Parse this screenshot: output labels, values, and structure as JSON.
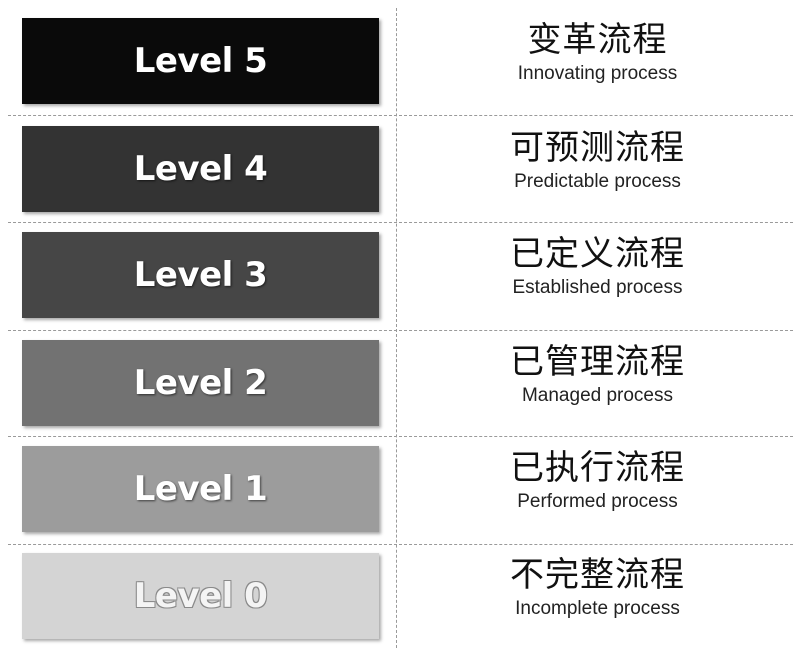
{
  "levels": [
    {
      "label": "Level 5",
      "zh": "变革流程",
      "en": "Innovating process",
      "bg": "#0a0a0a",
      "fg": "#ffffff"
    },
    {
      "label": "Level 4",
      "zh": "可预测流程",
      "en": "Predictable process",
      "bg": "#333333",
      "fg": "#ffffff"
    },
    {
      "label": "Level 3",
      "zh": "已定义流程",
      "en": "Established process",
      "bg": "#464646",
      "fg": "#ffffff"
    },
    {
      "label": "Level 2",
      "zh": "已管理流程",
      "en": "Managed process",
      "bg": "#727272",
      "fg": "#ffffff"
    },
    {
      "label": "Level 1",
      "zh": "已执行流程",
      "en": "Performed process",
      "bg": "#9c9c9c",
      "fg": "#ffffff"
    },
    {
      "label": "Level 0",
      "zh": "不完整流程",
      "en": "Incomplete process",
      "bg": "#d4d4d4",
      "fg": "#f4f4f4"
    }
  ]
}
